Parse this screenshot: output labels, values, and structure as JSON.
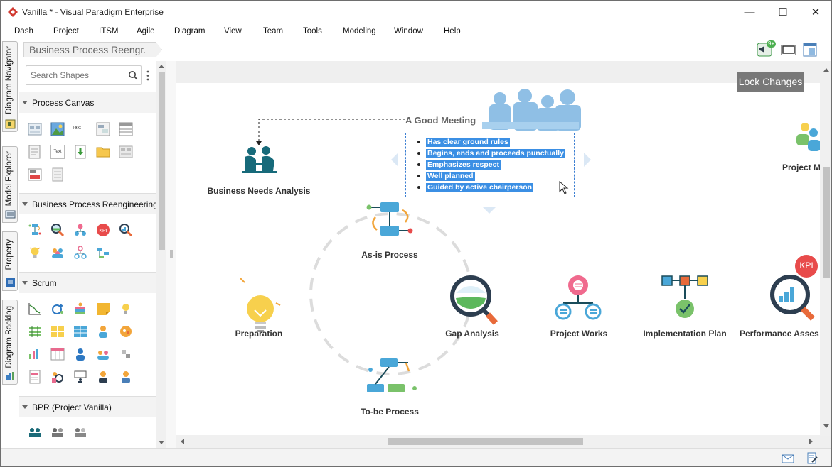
{
  "window": {
    "title": "Vanilla * - Visual Paradigm Enterprise",
    "minimize_glyph": "—",
    "maximize_glyph": "☐",
    "close_glyph": "✕"
  },
  "menu": [
    "Dash",
    "Project",
    "ITSM",
    "Agile",
    "Diagram",
    "View",
    "Team",
    "Tools",
    "Modeling",
    "Window",
    "Help"
  ],
  "breadcrumb": "Business Process Reengr.",
  "toolbar": {
    "notification_badge": "9+"
  },
  "left_tabs": [
    "Diagram Navigator",
    "Model Explorer",
    "Property",
    "Diagram Backlog"
  ],
  "palette": {
    "search_placeholder": "Search Shapes",
    "categories": [
      {
        "name": "Process Canvas",
        "icons": [
          "grid-shape-icon",
          "picture-icon",
          "text-icon",
          "callout-icon",
          "table-icon",
          "note-icon",
          "text-box-icon",
          "download-icon",
          "folder-icon",
          "panel-icon",
          "kpi-card-icon",
          "document-icon"
        ],
        "text_icon_label": "Text",
        "text_box_label": "Text"
      },
      {
        "name": "Business Process Reengineering",
        "icons": [
          "process-flow-icon",
          "analysis-icon",
          "works-icon",
          "kpi-icon",
          "performance-icon",
          "idea-icon",
          "team-icon",
          "org-icon",
          "plan-icon"
        ],
        "kpi_label": "KPI"
      },
      {
        "name": "Scrum",
        "icons": [
          "burndown-icon",
          "cycle-icon",
          "cake-icon",
          "sticky-note-icon",
          "lightbulb-icon",
          "board-icon",
          "cards-icon",
          "backlog-icon",
          "user-icon",
          "brain-icon",
          "chart-icon",
          "table-grid-icon",
          "person-icon",
          "people-icon",
          "puzzle-icon",
          "report-icon",
          "review-icon",
          "presenter-icon",
          "developer-icon",
          "manager-icon"
        ]
      },
      {
        "name": "BPR (Project Vanilla)",
        "icons": [
          "meeting-icon",
          "handshake-icon",
          "collaboration-icon"
        ]
      }
    ]
  },
  "canvas": {
    "lock_button": "Lock Changes",
    "meeting": {
      "title": "A Good Meeting",
      "items": [
        "Has clear ground rules",
        "Begins, ends and proceeds punctually",
        "Emphasizes respect",
        "Well planned",
        "Guided by active chairperson"
      ]
    },
    "nodes": {
      "business_needs": "Business Needs Analysis",
      "as_is": "As-is Process",
      "preparation": "Preparation",
      "gap": "Gap Analysis",
      "to_be": "To-be Process",
      "project_works": "Project Works",
      "implementation": "Implementation Plan",
      "performance": "Performance Asses",
      "project_m": "Project M",
      "kpi": "KPI"
    }
  },
  "colors": {
    "accent_blue": "#3b8fe4",
    "teal": "#1a6a78",
    "cyan": "#4aa7d8",
    "orange": "#f2a53a",
    "red": "#e84b4b",
    "green": "#4caf50"
  }
}
